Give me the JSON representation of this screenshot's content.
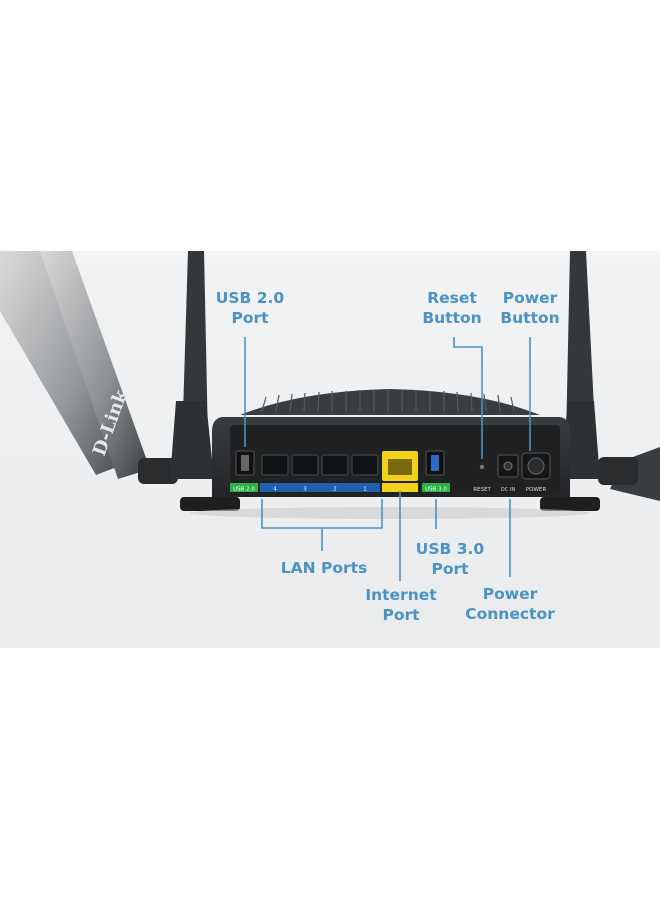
{
  "labels": {
    "usb2_line1": "USB 2.0",
    "usb2_line2": "Port",
    "reset_line1": "Reset",
    "reset_line2": "Button",
    "power_btn_line1": "Power",
    "power_btn_line2": "Button",
    "lan": "LAN Ports",
    "usb3_line1": "USB 3.0",
    "usb3_line2": "Port",
    "internet_line1": "Internet",
    "internet_line2": "Port",
    "power_conn_line1": "Power",
    "power_conn_line2": "Connector"
  },
  "device_text": {
    "brand": "D-Link",
    "usb2_tag": "USB 2.0",
    "usb3_tag": "USB 3.0",
    "lan_numbers": [
      "4",
      "3",
      "2",
      "1"
    ],
    "reset": "RESET",
    "dc_in": "DC IN",
    "power": "POWER"
  },
  "colors": {
    "callout": "#4a93c4",
    "body": "#2b2e31",
    "usb_strip": "#2fb14a",
    "lan_strip": "#1f5fae",
    "internet_port": "#f2d21b"
  }
}
